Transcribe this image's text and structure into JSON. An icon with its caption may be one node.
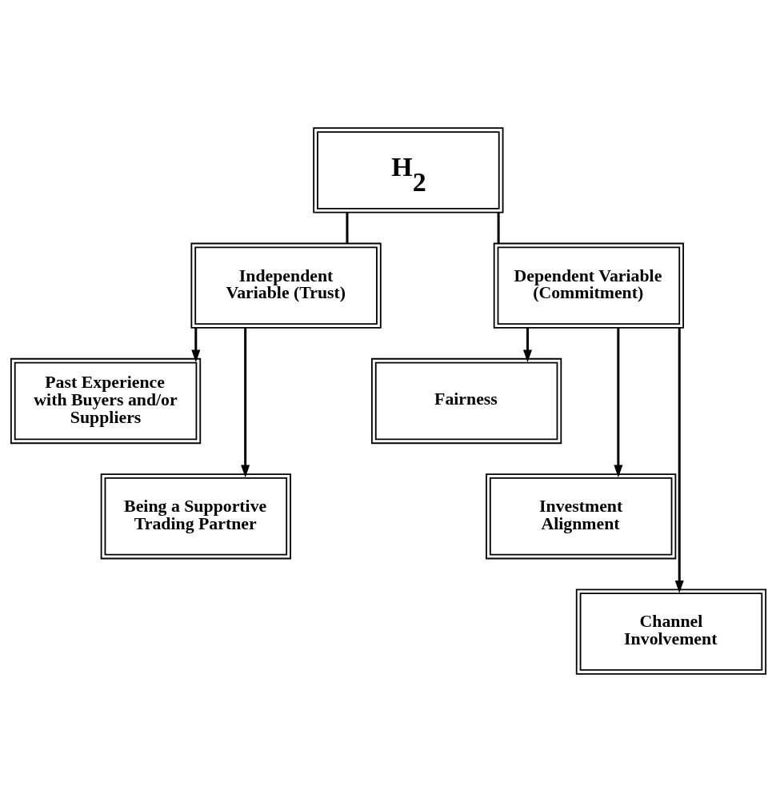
{
  "diagram": {
    "nodes": [
      {
        "text": [
          "H$_{2}$"
        ]
      },
      {
        "text": [
          "Independent Variable (Trust)"
        ]
      },
      {
        "text": [
          "Dependent Variable (Commitment)"
        ]
      },
      {
        "text": [
          "Past Experience with Buyers and/or Suppliers"
        ]
      },
      {
        "text": [
          "Being a Supportive Trading Partner"
        ]
      },
      {
        "text": [
          "Fairness"
        ]
      },
      {
        "text": [
          "Investment Alignment"
        ]
      },
      {
        "text": [
          "Channel Involvement"
        ]
      }
    ],
    "edges": [
      {
        "from": 0,
        "to": 1,
        "arrow": "none"
      },
      {
        "from": 0,
        "to": 2,
        "arrow": "none"
      },
      {
        "from": 1,
        "to": 3,
        "arrow": "to"
      },
      {
        "from": 1,
        "to": 4,
        "arrow": "to"
      },
      {
        "from": 2,
        "to": 5,
        "arrow": "to"
      },
      {
        "from": 2,
        "to": 6,
        "arrow": "to"
      },
      {
        "from": 2,
        "to": 7,
        "arrow": "to"
      }
    ]
  }
}
